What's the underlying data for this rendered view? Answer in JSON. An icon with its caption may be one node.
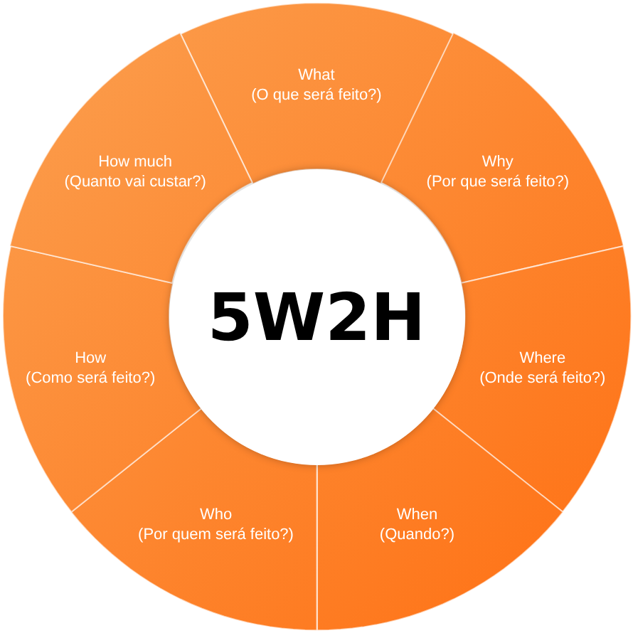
{
  "diagram": {
    "nodes": [
      {
        "text": [
          "5W2H"
        ]
      },
      {
        "text": [
          "What",
          "(O que será feito?)"
        ]
      },
      {
        "text": [
          "Why",
          "(Por que será feito?)"
        ]
      },
      {
        "text": [
          "Where",
          "(Onde será feito?)"
        ]
      },
      {
        "text": [
          "When",
          "(Quando?)"
        ]
      },
      {
        "text": [
          "Who",
          "(Por quem será feito?)"
        ]
      },
      {
        "text": [
          "How",
          "(Como será feito?)"
        ]
      },
      {
        "text": [
          "How much",
          "(Quanto vai custar?)"
        ]
      }
    ]
  }
}
